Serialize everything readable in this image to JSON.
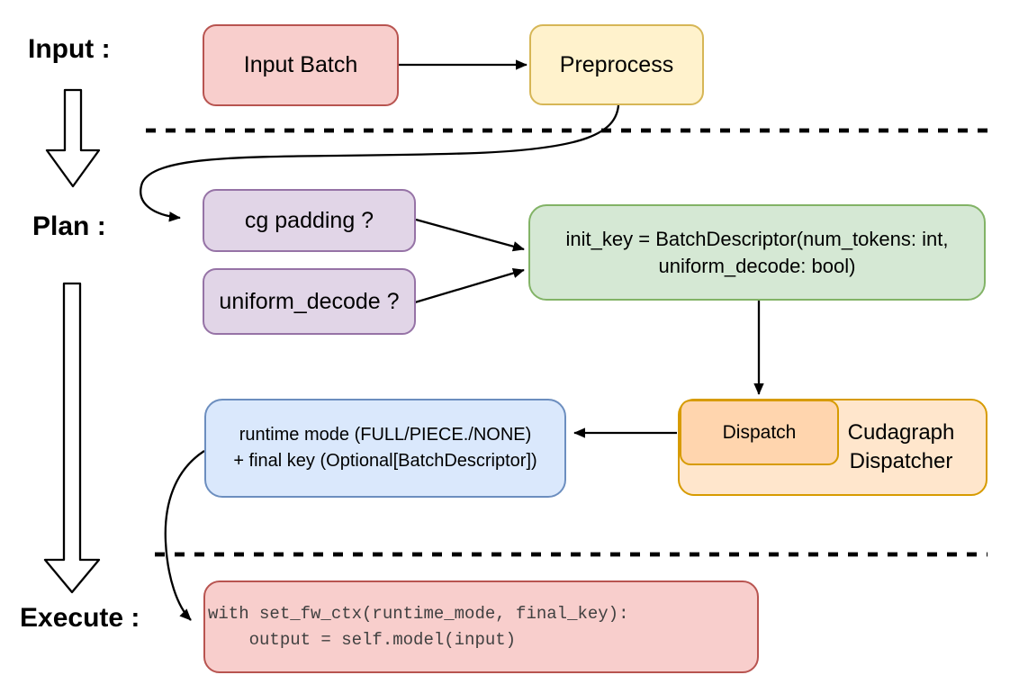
{
  "diagram": {
    "line_color": "#000000",
    "hollow_arrow_fill": "#ffffff"
  },
  "stage_labels": {
    "input": "Input :",
    "plan": "Plan :",
    "execute": "Execute :"
  },
  "nodes": {
    "input_batch": {
      "label": "Input Batch",
      "fill": "#f8cecc",
      "stroke": "#b85450"
    },
    "preprocess": {
      "label": "Preprocess",
      "fill": "#fff2cc",
      "stroke": "#d6b656"
    },
    "cg_padding": {
      "label": "cg padding ?",
      "fill": "#e1d5e7",
      "stroke": "#9673a6"
    },
    "uniform_decode": {
      "label": "uniform_decode ?",
      "fill": "#e1d5e7",
      "stroke": "#9673a6"
    },
    "init_key": {
      "label": "init_key = BatchDescriptor(num_tokens: int,\nuniform_decode: bool)",
      "fill": "#d5e8d4",
      "stroke": "#82b366"
    },
    "cudagraph_dispatcher": {
      "label": "Cudagraph\nDispatcher",
      "fill": "#ffe6cc",
      "stroke": "#d79b00"
    },
    "dispatch": {
      "label": "Dispatch",
      "fill": "#ffd5ae",
      "stroke": "#d79b00"
    },
    "runtime_mode": {
      "label": "runtime mode (FULL/PIECE./NONE)\n+ final key (Optional[BatchDescriptor])",
      "fill": "#dae8fc",
      "stroke": "#6c8ebf"
    },
    "execute_code": {
      "label": "with set_fw_ctx(runtime_mode, final_key):\n    output = self.model(input)",
      "fill": "#f8cecc",
      "stroke": "#b85450",
      "text_color": "#404040"
    }
  }
}
